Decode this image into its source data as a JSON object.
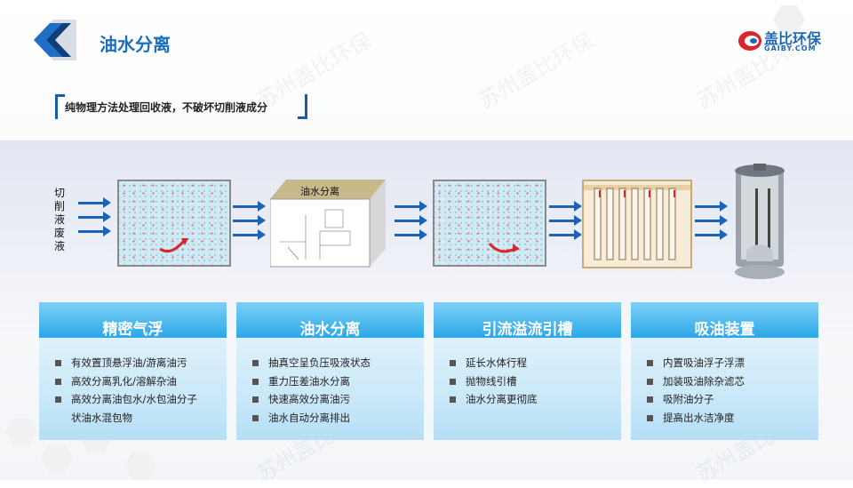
{
  "header": {
    "title": "油水分离",
    "brand_name": "盖比环保",
    "brand_url": "GAIBY.COM",
    "watermark": "苏州盖比环保"
  },
  "subtitle": "纯物理方法处理回收液，不破坏切削液成分",
  "diagram": {
    "input_label": "切削液废液",
    "box_label": "油水分离"
  },
  "columns": [
    {
      "title": "精密气浮",
      "items": [
        "有效置顶悬浮油/游离油污",
        "高效分离乳化/溶解杂油",
        "高效分离油包水/水包油分子",
        "状油水混包物"
      ]
    },
    {
      "title": "油水分离",
      "items": [
        "抽真空呈负压吸液状态",
        "重力压差油水分离",
        "快速高效分离油污",
        "油水自动分离排出"
      ]
    },
    {
      "title": "引流溢流引槽",
      "items": [
        "延长水体行程",
        "抛物线引槽",
        "油水分离更彻底"
      ]
    },
    {
      "title": "吸油装置",
      "items": [
        "内置吸油浮子浮漂",
        "加装吸油除杂滤芯",
        "吸附油分子",
        "提高出水洁净度"
      ]
    }
  ],
  "colors": {
    "accent": "#1a6fc0",
    "header_blue": "#2ba7e8",
    "arrow": "#1a63b8"
  }
}
